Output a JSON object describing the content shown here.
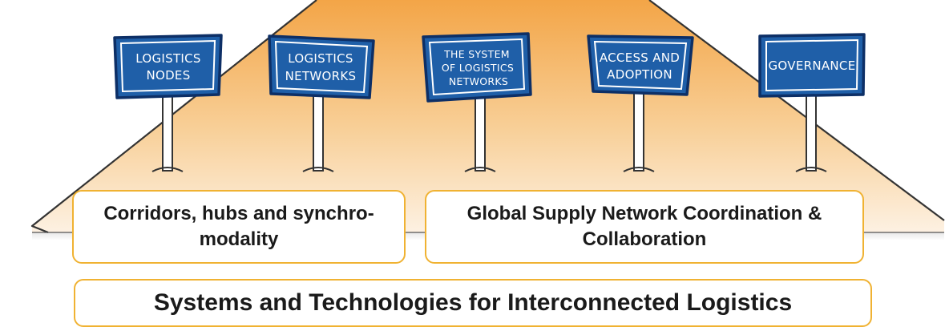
{
  "signs": [
    {
      "lines": [
        "LOGISTICS",
        "NODES"
      ]
    },
    {
      "lines": [
        "LOGISTICS",
        "NETWORKS"
      ]
    },
    {
      "lines": [
        "THE SYSTEM",
        "OF LOGISTICS",
        "NETWORKS"
      ]
    },
    {
      "lines": [
        "ACCESS AND",
        "ADOPTION"
      ]
    },
    {
      "lines": [
        "GOVERNANCE"
      ]
    }
  ],
  "boxes": {
    "corridors": "Corridors, hubs and synchro-modality",
    "global": "Global Supply Network  Coordination & Collaboration",
    "systems": "Systems and Technologies for Interconnected Logistics"
  },
  "colors": {
    "sign_blue": "#1f5fa8",
    "sign_border": "#0d2f66",
    "road_orange": "#f3a547",
    "box_border": "#f0b232"
  }
}
